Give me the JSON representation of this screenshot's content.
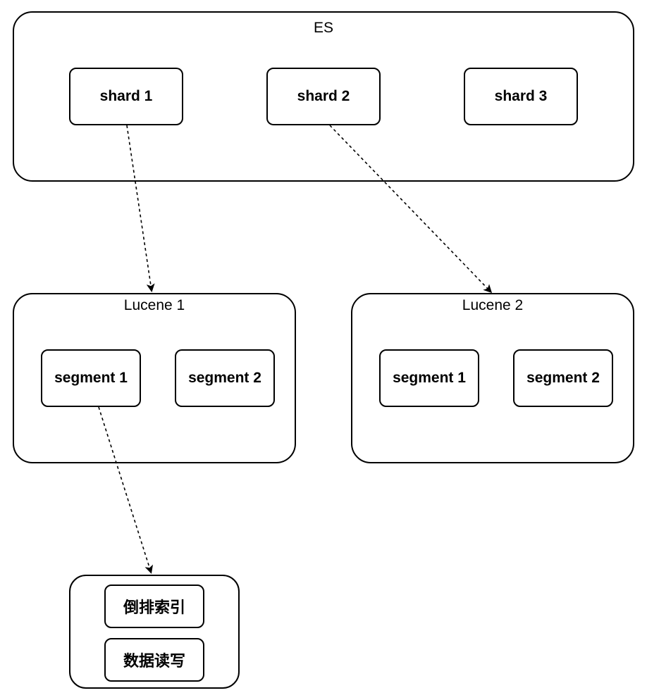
{
  "es": {
    "title": "ES",
    "shards": [
      "shard 1",
      "shard 2",
      "shard 3"
    ]
  },
  "lucene1": {
    "title": "Lucene 1",
    "segments": [
      "segment 1",
      "segment 2"
    ]
  },
  "lucene2": {
    "title": "Lucene 2",
    "segments": [
      "segment 1",
      "segment 2"
    ]
  },
  "segment_detail": {
    "items": [
      "倒排索引",
      "数据读写"
    ]
  }
}
